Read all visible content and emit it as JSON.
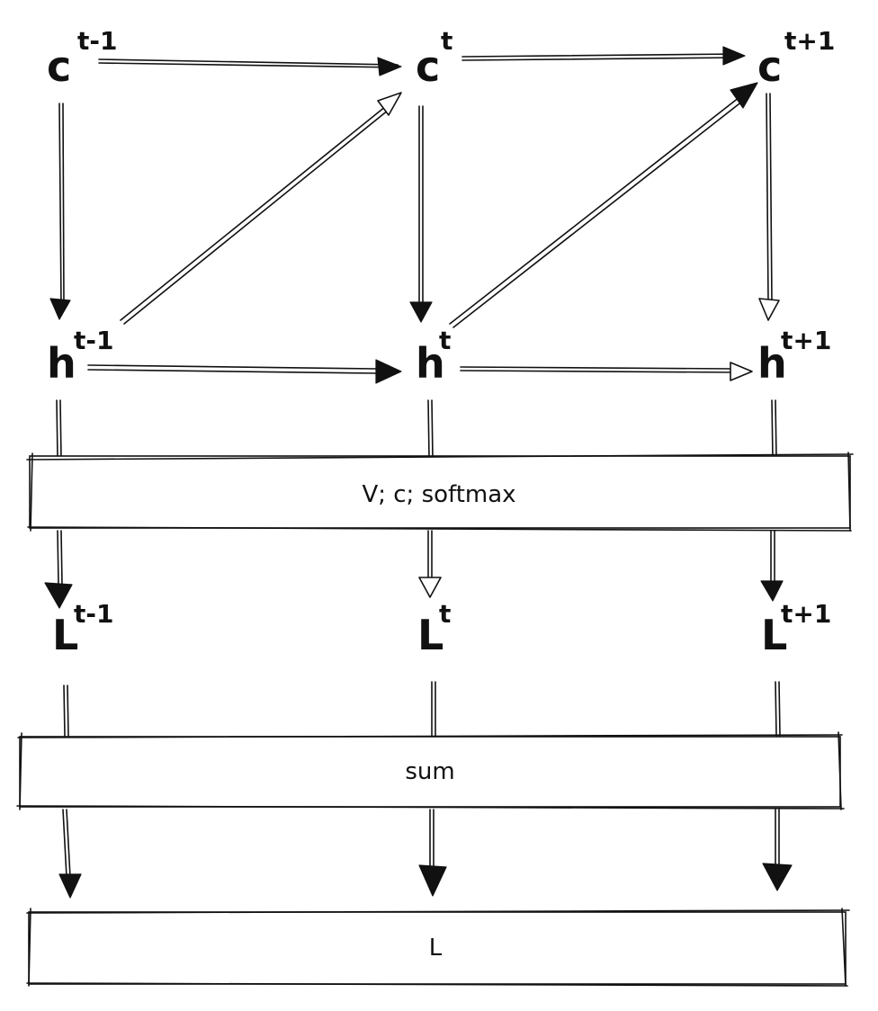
{
  "nodes": {
    "c_prev": {
      "base": "c",
      "sup": "t-1"
    },
    "c_curr": {
      "base": "c",
      "sup": "t"
    },
    "c_next": {
      "base": "c",
      "sup": "t+1"
    },
    "h_prev": {
      "base": "h",
      "sup": "t-1"
    },
    "h_curr": {
      "base": "h",
      "sup": "t"
    },
    "h_next": {
      "base": "h",
      "sup": "t+1"
    },
    "l_prev": {
      "base": "L",
      "sup": "t-1"
    },
    "l_curr": {
      "base": "L",
      "sup": "t"
    },
    "l_next": {
      "base": "L",
      "sup": "t+1"
    }
  },
  "boxes": {
    "output_layer": "V; c; softmax",
    "sum": "sum",
    "total_loss": "L"
  }
}
